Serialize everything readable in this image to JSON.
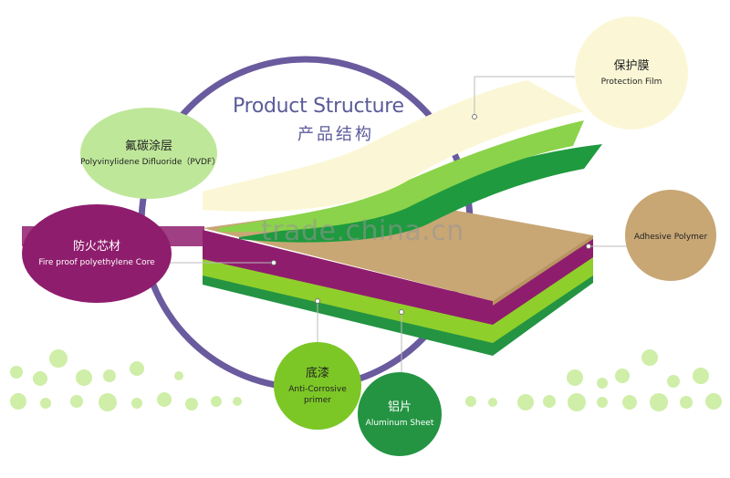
{
  "diagram": {
    "title_en": "Product Structure",
    "title_cn": "产品结构",
    "watermark": "trade.china.cn",
    "labels": {
      "protection_film": {
        "cn": "保护膜",
        "en": "Protection Film"
      },
      "pvdf": {
        "cn": "氟碳涂层",
        "en": "Polyvinylidene Difluoride（PVDF）"
      },
      "core": {
        "cn": "防火芯材",
        "en": "Fire proof polyethylene Core"
      },
      "primer": {
        "cn": "底漆",
        "en": "Anti-Corrosive primer"
      },
      "aluminum": {
        "cn": "铝片",
        "en": "Aluminum Sheet"
      },
      "adhesive": {
        "en": "Adhesive Polymer"
      }
    },
    "colors": {
      "ring": "#6a5a9e",
      "protection_film": "#fbf7d6",
      "pvdf_light": "#a9dd5f",
      "pvdf_dark": "#1f9a3f",
      "core": "#8f1d6d",
      "primer": "#7cc726",
      "aluminum": "#249443",
      "adhesive": "#c8a775",
      "dots": "#cfeea8"
    }
  }
}
